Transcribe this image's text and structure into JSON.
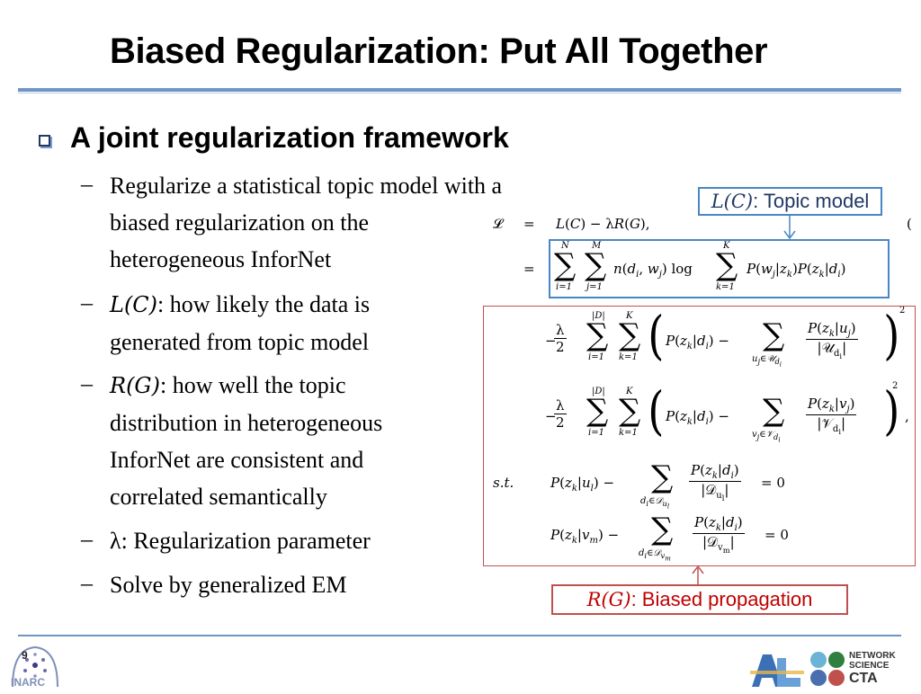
{
  "slide": {
    "title": "Biased Regularization: Put All Together",
    "heading": "A joint regularization framework",
    "bullets": [
      {
        "lines": [
          "Regularize a statistical topic model with a",
          "biased regularization on the",
          "heterogeneous InforNet"
        ]
      },
      {
        "math": "L(C)",
        "lines": [
          ": how likely the data is",
          "generated from topic model"
        ]
      },
      {
        "math": "R(G)",
        "lines": [
          ": how well the topic",
          "distribution in heterogeneous",
          "InforNet are consistent and",
          "correlated semantically"
        ]
      },
      {
        "lines": [
          "λ: Regularization parameter"
        ]
      },
      {
        "lines": [
          "Solve by generalized EM"
        ]
      }
    ],
    "dash": "–",
    "page_number": "9",
    "annotations": {
      "topic_model_math": "L(C)",
      "topic_model_text": ": Topic model",
      "biased_math": "R(G)",
      "biased_text": ": Biased propagation"
    },
    "logos": {
      "left": "INARC",
      "right_1": "ARL",
      "right_2_lines": [
        "NETWORK",
        "SCIENCE",
        "CTA"
      ]
    }
  },
  "colors": {
    "rule": "#6f95c4",
    "blue_box": "#4a86c5",
    "red_box": "#c0504d",
    "red_text": "#c00000"
  }
}
